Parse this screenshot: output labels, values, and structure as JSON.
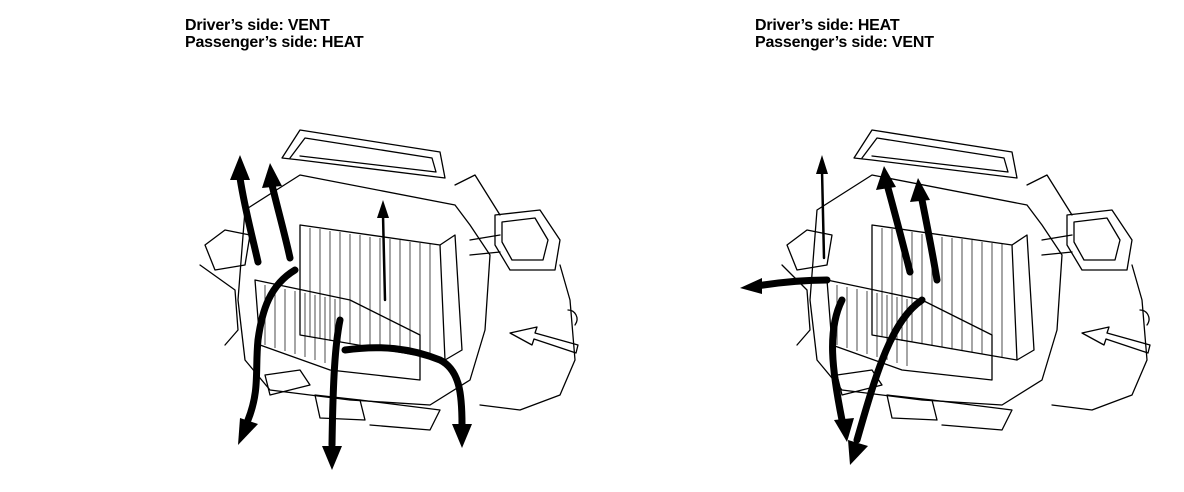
{
  "panels": [
    {
      "driver_label": "Driver’s side: VENT",
      "passenger_label": "Passenger’s side: HEAT"
    },
    {
      "driver_label": "Driver’s side: HEAT",
      "passenger_label": "Passenger’s side: VENT"
    }
  ],
  "colors": {
    "ink": "#000000",
    "background": "#ffffff"
  },
  "icons": [
    "airflow-arrow-icon",
    "fresh-air-inlet-arrow-icon"
  ]
}
